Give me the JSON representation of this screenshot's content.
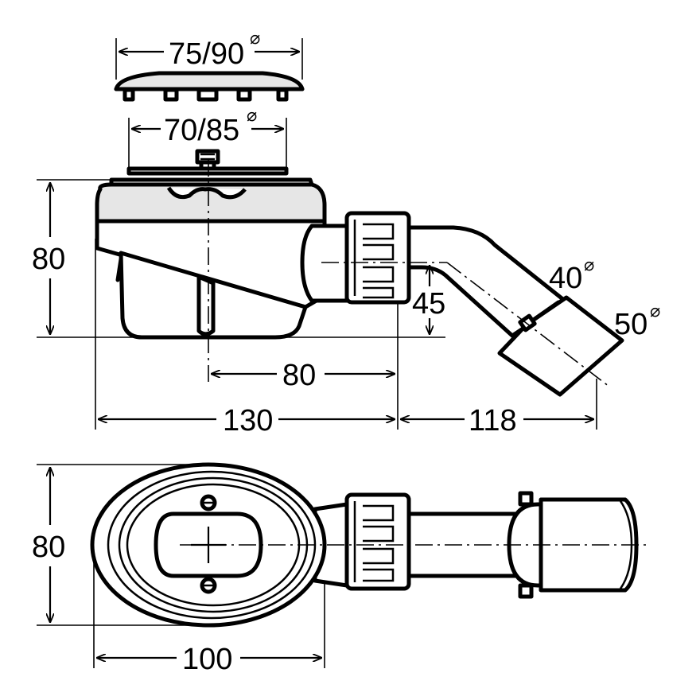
{
  "side_view": {
    "cover_diameter": "75/90",
    "grate_diameter": "70/85",
    "height": "80",
    "outlet_height": "45",
    "axis_offset": "80",
    "body_length": "130",
    "outlet_length": "118",
    "outlet_inner_diameter": "40",
    "outlet_outer_diameter": "50"
  },
  "top_view": {
    "width": "80",
    "length": "100"
  },
  "symbols": {
    "diameter": "⌀"
  }
}
